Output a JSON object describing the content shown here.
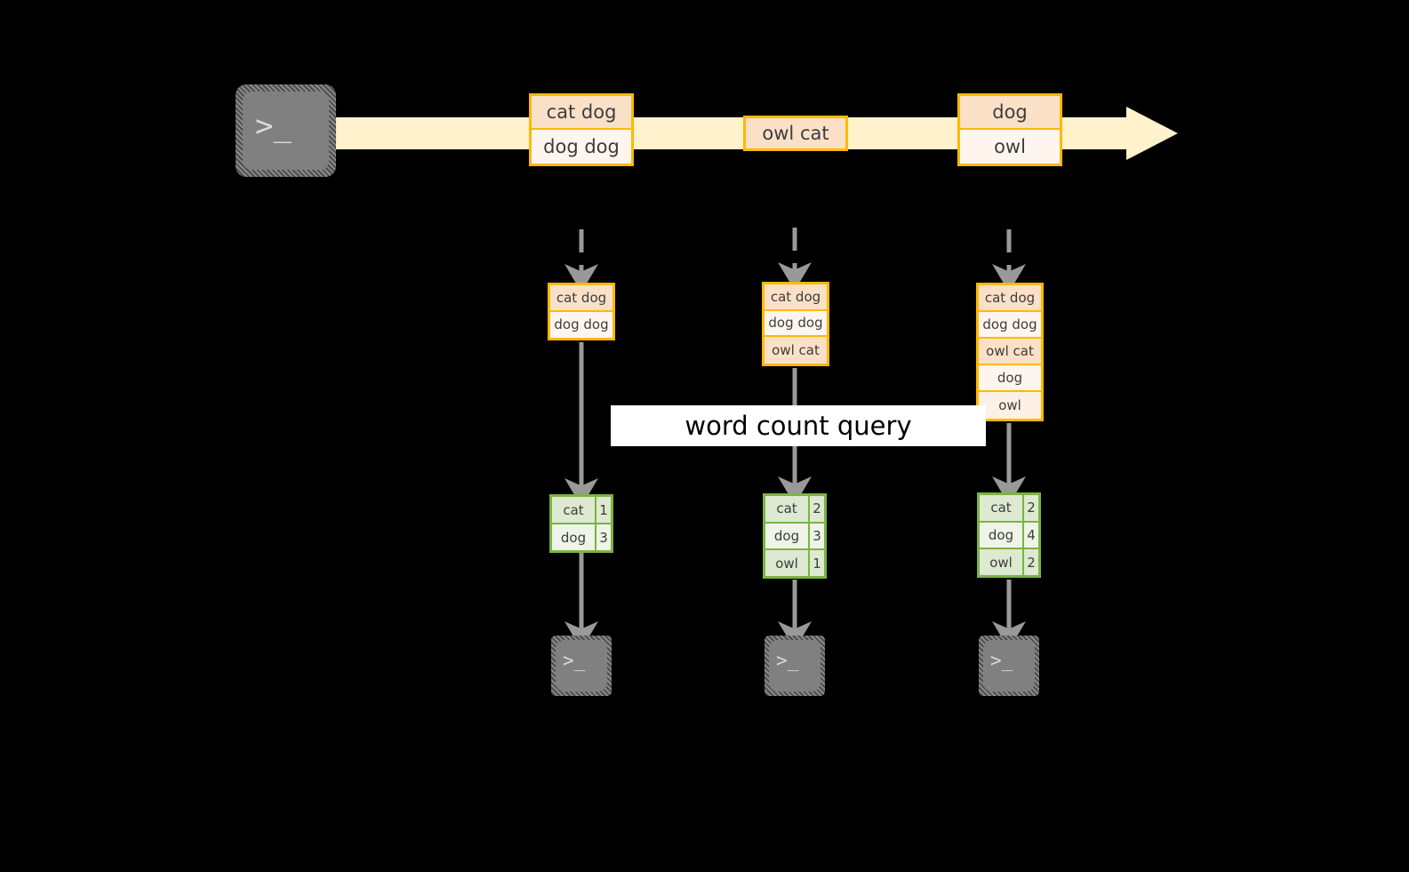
{
  "diagram": {
    "background_color": "#000000",
    "accent_orange": "#FFB900",
    "accent_green": "#7CB342",
    "stream_fill": "#FFF2CC",
    "icon_gray": "#808080",
    "arrow_gray": "#999999",
    "label": "word count query",
    "source": {
      "icon": "terminal-icon",
      "glyph": ">_"
    },
    "stream": {
      "name": "event-stream-arrow",
      "messages": [
        {
          "id": "msg-1",
          "lines": [
            "cat dog",
            "dog dog"
          ]
        },
        {
          "id": "msg-2",
          "lines": [
            "owl cat"
          ]
        },
        {
          "id": "msg-3",
          "lines": [
            "dog",
            "owl"
          ]
        }
      ]
    },
    "snapshots": [
      {
        "id": "snapshot-1",
        "log": [
          "cat dog",
          "dog dog"
        ],
        "counts": [
          {
            "word": "cat",
            "count": "1"
          },
          {
            "word": "dog",
            "count": "3"
          }
        ],
        "consumer": {
          "icon": "terminal-icon",
          "glyph": ">_"
        }
      },
      {
        "id": "snapshot-2",
        "log": [
          "cat dog",
          "dog dog",
          "owl cat"
        ],
        "counts": [
          {
            "word": "cat",
            "count": "2"
          },
          {
            "word": "dog",
            "count": "3"
          },
          {
            "word": "owl",
            "count": "1"
          }
        ],
        "consumer": {
          "icon": "terminal-icon",
          "glyph": ">_"
        }
      },
      {
        "id": "snapshot-3",
        "log": [
          "cat dog",
          "dog dog",
          "owl cat",
          "dog",
          "owl"
        ],
        "counts": [
          {
            "word": "cat",
            "count": "2"
          },
          {
            "word": "dog",
            "count": "4"
          },
          {
            "word": "owl",
            "count": "2"
          }
        ],
        "consumer": {
          "icon": "terminal-icon",
          "glyph": ">_"
        }
      }
    ]
  }
}
